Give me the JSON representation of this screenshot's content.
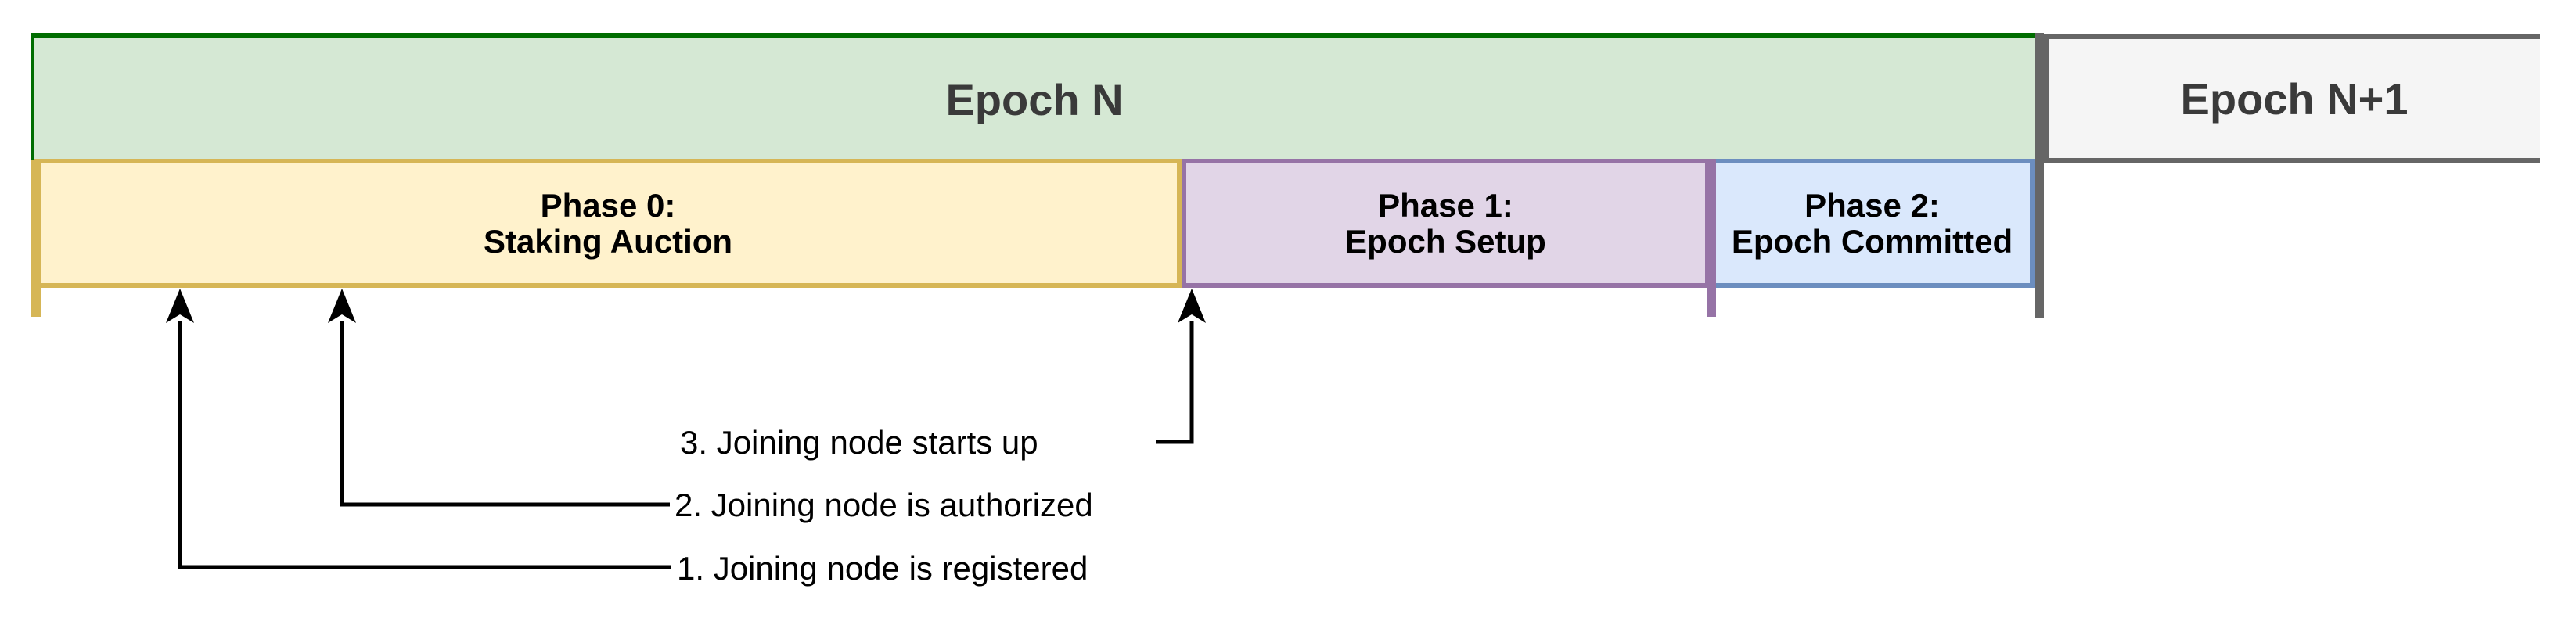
{
  "epochs": [
    {
      "label": "Epoch N"
    },
    {
      "label": "Epoch N+1"
    }
  ],
  "phases": [
    {
      "line1": "Phase 0:",
      "line2": "Staking Auction"
    },
    {
      "line1": "Phase 1:",
      "line2": "Epoch Setup"
    },
    {
      "line1": "Phase 2:",
      "line2": "Epoch Committed"
    }
  ],
  "annotations": [
    {
      "label": "1. Joining node is registered"
    },
    {
      "label": "2. Joining node is authorized"
    },
    {
      "label": "3. Joining node starts up"
    }
  ],
  "colors": {
    "epoch-n-fill": "#d5e8d4",
    "epoch-start-marker": "#006d00",
    "epoch-n1-fill": "#f5f5f5",
    "epoch-boundary": "#666666",
    "epoch-title-text": "#3a3a3a",
    "phase0-fill": "#fff2cc",
    "phase0-stroke": "#d6b656",
    "phase1-fill": "#e1d5e7",
    "phase1-stroke": "#9673a6",
    "phase2-fill": "#dae8fc",
    "phase2-stroke": "#6c8ebf",
    "annotation-text": "#000000"
  }
}
